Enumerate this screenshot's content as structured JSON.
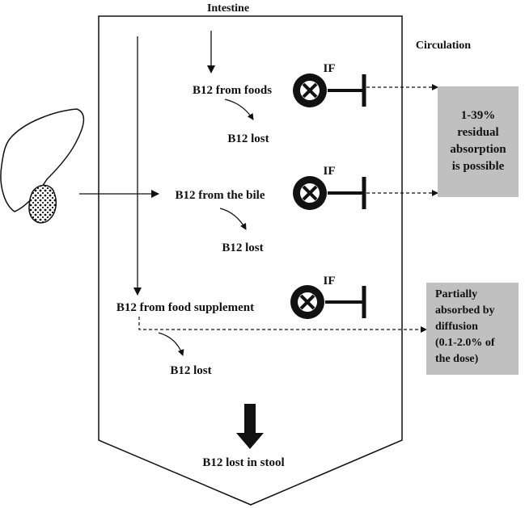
{
  "labels": {
    "intestine": "Intestine",
    "circulation": "Circulation",
    "b12_foods": "B12 from foods",
    "b12_bile": "B12 from the bile",
    "b12_supplement": "B12 from food supplement",
    "b12_lost_1": "B12 lost",
    "b12_lost_2": "B12 lost",
    "b12_lost_3": "B12 lost",
    "b12_lost_stool": "B12 lost in stool",
    "if_1": "IF",
    "if_2": "IF",
    "if_3": "IF"
  },
  "residual_box": {
    "lines": [
      "1-39%",
      "residual",
      "absorption",
      "is possible"
    ]
  },
  "diffusion_box": {
    "lines": [
      "Partially",
      "absorbed by",
      "diffusion",
      "(0.1-2.0% of",
      "the dose)"
    ]
  }
}
